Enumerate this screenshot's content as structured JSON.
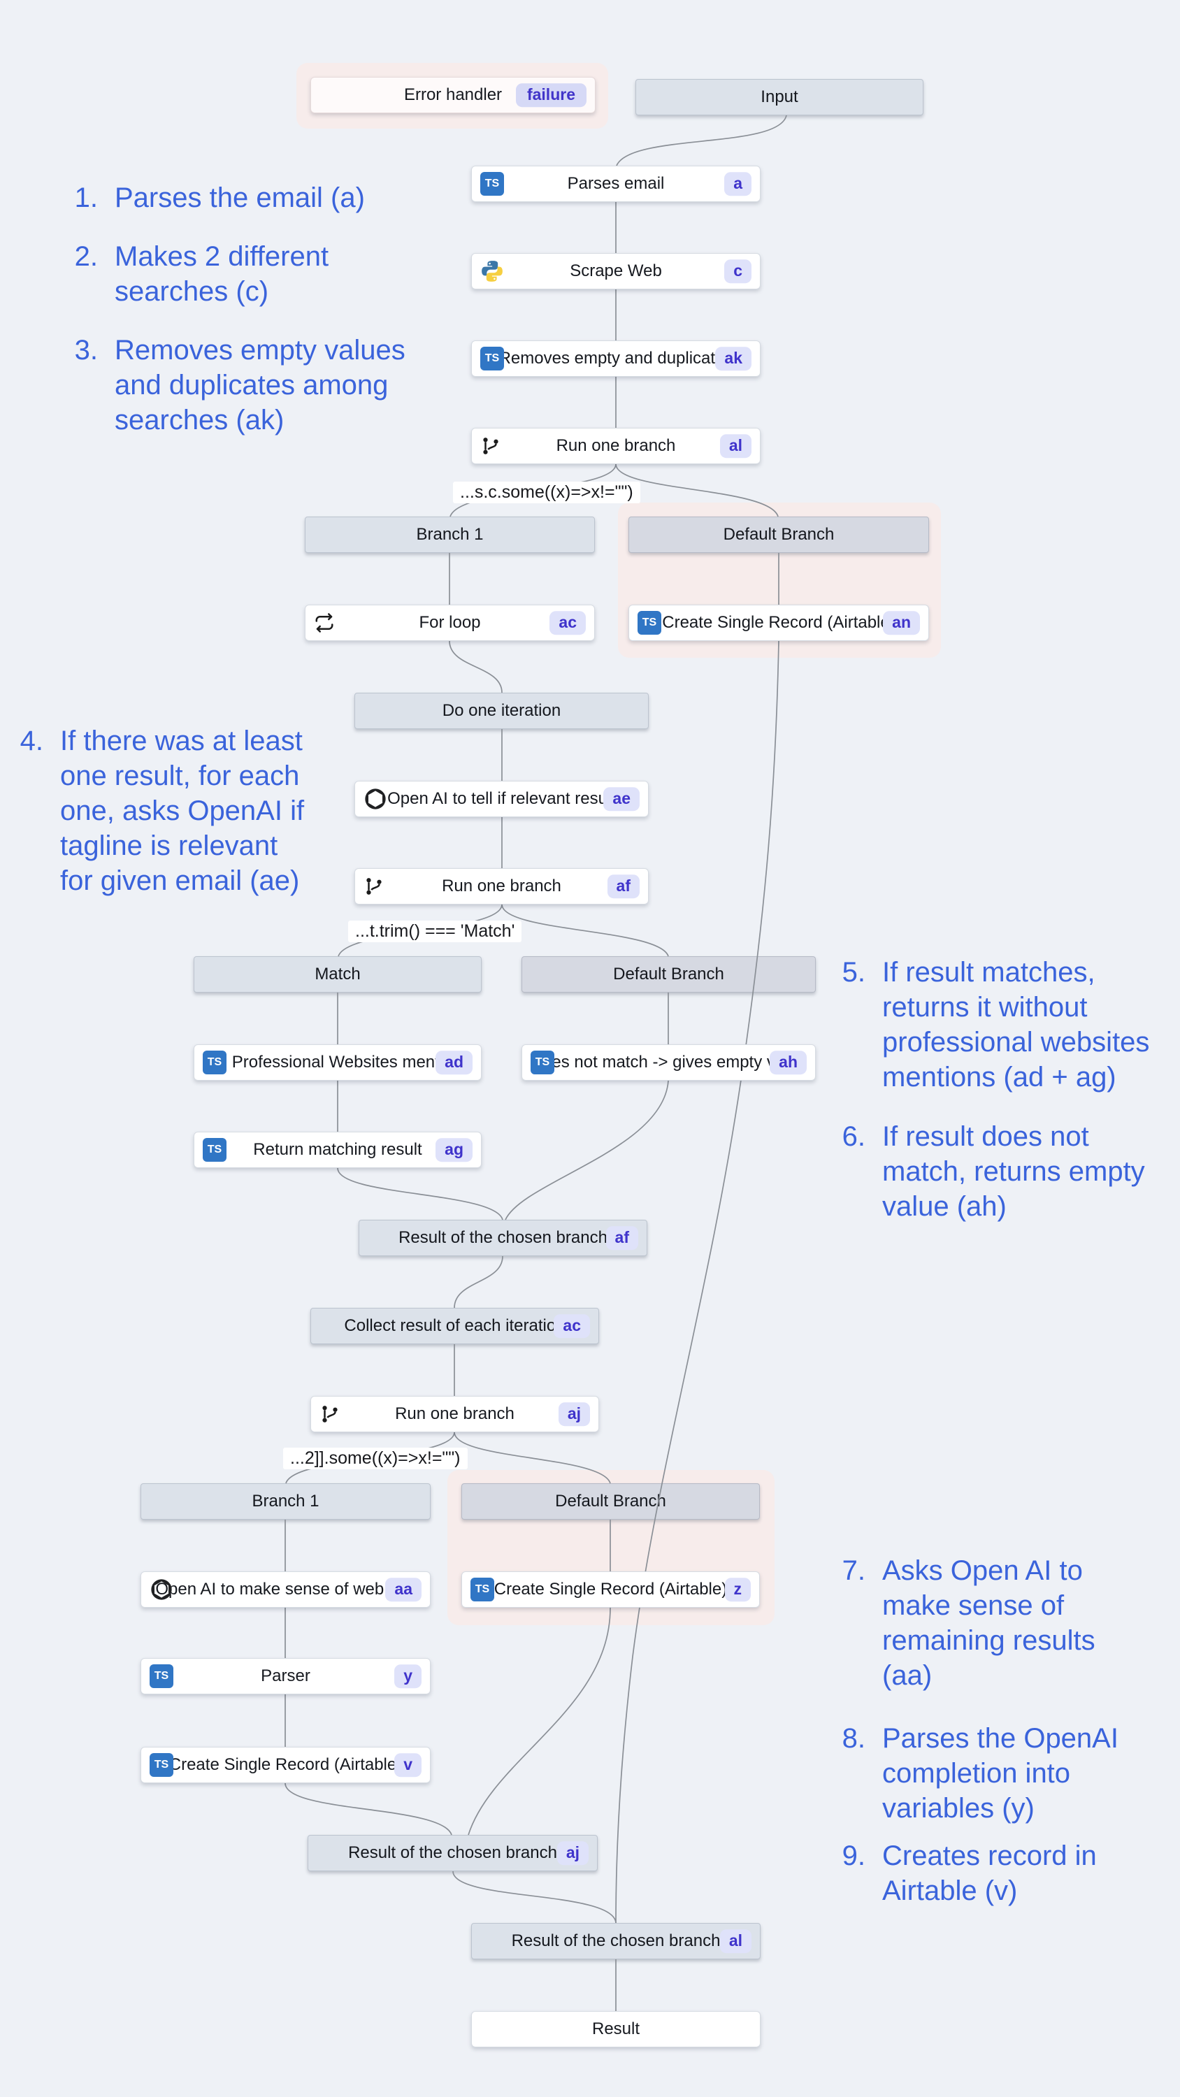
{
  "colors": {
    "background": "#eef1f6",
    "annotation_blue": "#3a63db",
    "badge_bg": "#dfe2fa",
    "badge_text": "#3f33cb",
    "typescript_blue": "#3076c5",
    "halo_pink": "#f7eceb",
    "edge_gray": "#8a8f96"
  },
  "flow": {
    "error_handler": {
      "label": "Error handler",
      "badge": "failure"
    },
    "input": {
      "label": "Input"
    },
    "nodes": {
      "parses_email": {
        "label": "Parses email",
        "badge": "a",
        "icon": "typescript-icon"
      },
      "scrape_web": {
        "label": "Scrape Web",
        "badge": "c",
        "icon": "python-icon"
      },
      "removes_empty": {
        "label": "Removes empty and duplicates",
        "badge": "ak",
        "icon": "typescript-icon"
      },
      "run_one_branch_al": {
        "label": "Run one branch",
        "badge": "al",
        "icon": "git-branch-icon"
      },
      "branch1a": {
        "label": "Branch 1"
      },
      "default_branch1": {
        "label": "Default Branch"
      },
      "for_loop": {
        "label": "For loop",
        "badge": "ac",
        "icon": "loop-icon"
      },
      "create_record_an": {
        "label": "Create Single Record (Airtable)",
        "badge": "an",
        "icon": "typescript-icon"
      },
      "do_one_iteration": {
        "label": "Do one iteration"
      },
      "openai_ae": {
        "label": "Open AI to tell if relevant result",
        "badge": "ae",
        "icon": "openai-icon"
      },
      "run_one_branch_af": {
        "label": "Run one branch",
        "badge": "af",
        "icon": "git-branch-icon"
      },
      "match": {
        "label": "Match"
      },
      "default_branch2": {
        "label": "Default Branch"
      },
      "kill_ad": {
        "label": "Kill Professional Websites mentions",
        "badge": "ad",
        "icon": "typescript-icon"
      },
      "no_match_ah": {
        "label": "Does not match -> gives empty value",
        "badge": "ah",
        "icon": "typescript-icon"
      },
      "return_ag": {
        "label": "Return matching result",
        "badge": "ag",
        "icon": "typescript-icon"
      },
      "result_af": {
        "label": "Result of the chosen branch",
        "badge": "af"
      },
      "collect_ac": {
        "label": "Collect result of each iteration",
        "badge": "ac"
      },
      "run_one_branch_aj": {
        "label": "Run one branch",
        "badge": "aj",
        "icon": "git-branch-icon"
      },
      "branch1b": {
        "label": "Branch 1"
      },
      "default_branch3": {
        "label": "Default Branch"
      },
      "openai_aa": {
        "label": "Open AI to make sense of web info",
        "badge": "aa",
        "icon": "openai-icon"
      },
      "create_record_z": {
        "label": "Create Single Record (Airtable)",
        "badge": "z",
        "icon": "typescript-icon"
      },
      "parser_y": {
        "label": "Parser",
        "badge": "y",
        "icon": "typescript-icon"
      },
      "create_record_v": {
        "label": "Create Single Record (Airtable)",
        "badge": "v",
        "icon": "typescript-icon"
      },
      "result_aj": {
        "label": "Result of the chosen branch",
        "badge": "aj"
      },
      "result_al": {
        "label": "Result of the chosen branch",
        "badge": "al"
      },
      "result": {
        "label": "Result"
      }
    },
    "conditions": {
      "c1": "...s.c.some((x)=>x!=\"\")",
      "c2": "...t.trim() === 'Match'",
      "c3": "...2]].some((x)=>x!=\"\")"
    }
  },
  "annotations": [
    {
      "num": "1.",
      "lines": [
        "Parses the email (a)"
      ]
    },
    {
      "num": "2.",
      "lines": [
        "Makes 2 different",
        "searches (c)"
      ]
    },
    {
      "num": "3.",
      "lines": [
        "Removes empty values",
        "and duplicates among",
        "searches (ak)"
      ]
    },
    {
      "num": "4.",
      "lines": [
        "If there was at least",
        "one result, for each",
        "one, asks OpenAI if",
        "tagline is relevant",
        "for given email (ae)"
      ]
    },
    {
      "num": "5.",
      "lines": [
        "If result matches,",
        "returns it without",
        "professional websites",
        "mentions (ad + ag)"
      ]
    },
    {
      "num": "6.",
      "lines": [
        "If result does not",
        "match, returns empty",
        "value (ah)"
      ]
    },
    {
      "num": "7.",
      "lines": [
        "Asks Open AI to",
        "make sense of",
        "remaining results",
        "(aa)"
      ]
    },
    {
      "num": "8.",
      "lines": [
        "Parses the OpenAI",
        "completion into",
        "variables (y)"
      ]
    },
    {
      "num": "9.",
      "lines": [
        "Creates record in",
        "Airtable (v)"
      ]
    }
  ]
}
